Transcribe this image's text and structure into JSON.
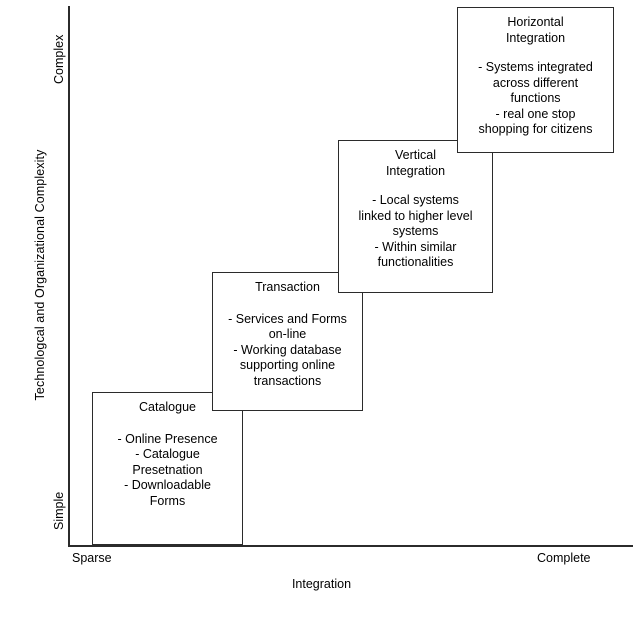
{
  "chart_data": {
    "type": "diagram",
    "title": "",
    "xlabel": "Integration",
    "ylabel": "Technologcal and Organizational Complexity",
    "x_ticks": [
      "Sparse",
      "Complete"
    ],
    "y_ticks": [
      "Simple",
      "Complex"
    ],
    "grid": false,
    "legend": "none",
    "categories": [
      "Catalogue",
      "Transaction",
      "Vertical Integration",
      "Horizontal Integration"
    ],
    "values": [
      1,
      2,
      3,
      4
    ],
    "note": "Four-stage e-government maturity staircase; each successive stage is positioned higher on complexity and further right on integration."
  },
  "axes": {
    "y_title": "Technologcal and Organizational Complexity",
    "y_top_label": "Complex",
    "y_bottom_label": "Simple",
    "x_title": "Integration",
    "x_left_label": "Sparse",
    "x_right_label": "Complete"
  },
  "stages": [
    {
      "id": "catalogue",
      "title": "Catalogue",
      "items": [
        "- Online Presence",
        "- Catalogue\nPresetnation",
        "- Downloadable\nForms"
      ]
    },
    {
      "id": "transaction",
      "title": "Transaction",
      "items": [
        "- Services and Forms\non-line",
        "- Working database\nsupporting online\ntransactions"
      ]
    },
    {
      "id": "vertical-integration",
      "title": "Vertical\nIntegration",
      "items": [
        "- Local systems\nlinked to higher level\nsystems",
        "-  Within similar\nfunctionalities"
      ]
    },
    {
      "id": "horizontal-integration",
      "title": "Horizontal\nIntegration",
      "items": [
        "-  Systems integrated\nacross different\nfunctions",
        "- real one stop\nshopping for citizens"
      ]
    }
  ],
  "colors": {
    "ink": "#2b2b2b",
    "background": "#ffffff"
  }
}
